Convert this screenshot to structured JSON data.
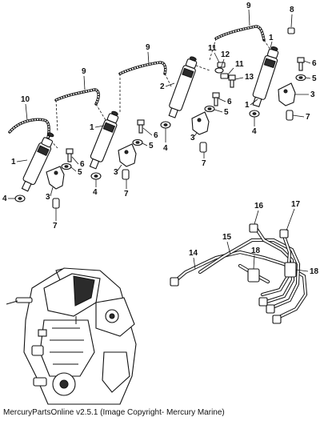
{
  "footer": "MercuryPartsOnline v2.5.1 (Image Copyright- Mercury Marine)",
  "callouts": {
    "n1": "1",
    "n2": "2",
    "n3": "3",
    "n4": "4",
    "n5": "5",
    "n6": "6",
    "n7": "7",
    "n8": "8",
    "n9": "9",
    "n10": "10",
    "n11": "11",
    "n12": "12",
    "n13": "13",
    "n14": "14",
    "n15": "15",
    "n16": "16",
    "n17": "17",
    "n18": "18"
  }
}
